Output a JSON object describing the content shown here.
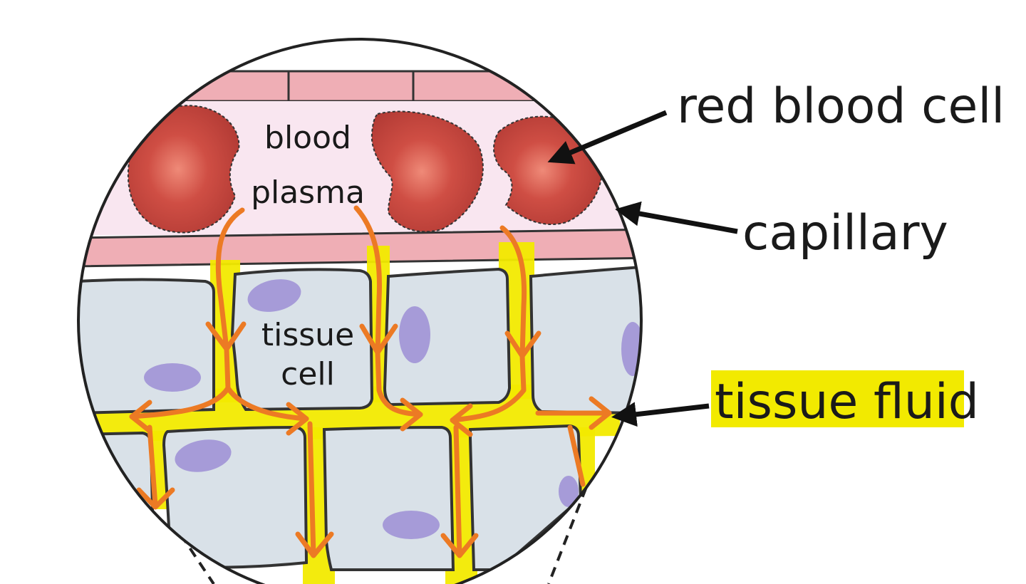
{
  "diagram": {
    "inner_labels": {
      "blood": "blood",
      "plasma": "plasma",
      "tissue": "tissue",
      "cell": "cell"
    },
    "callouts": {
      "red_blood_cell": "red blood cell",
      "capillary": "capillary",
      "tissue_fluid": "tissue fluid"
    },
    "colors": {
      "plasma": "#f9e6f0",
      "capillary_wall": "#efaeb5",
      "red_blood_cell": "#c9473f",
      "tissue_cell": "#d9e1e8",
      "nucleus": "#a69bd8",
      "tissue_fluid_highlight": "#f2ea00",
      "flow_arrow": "#ec7a24"
    }
  }
}
